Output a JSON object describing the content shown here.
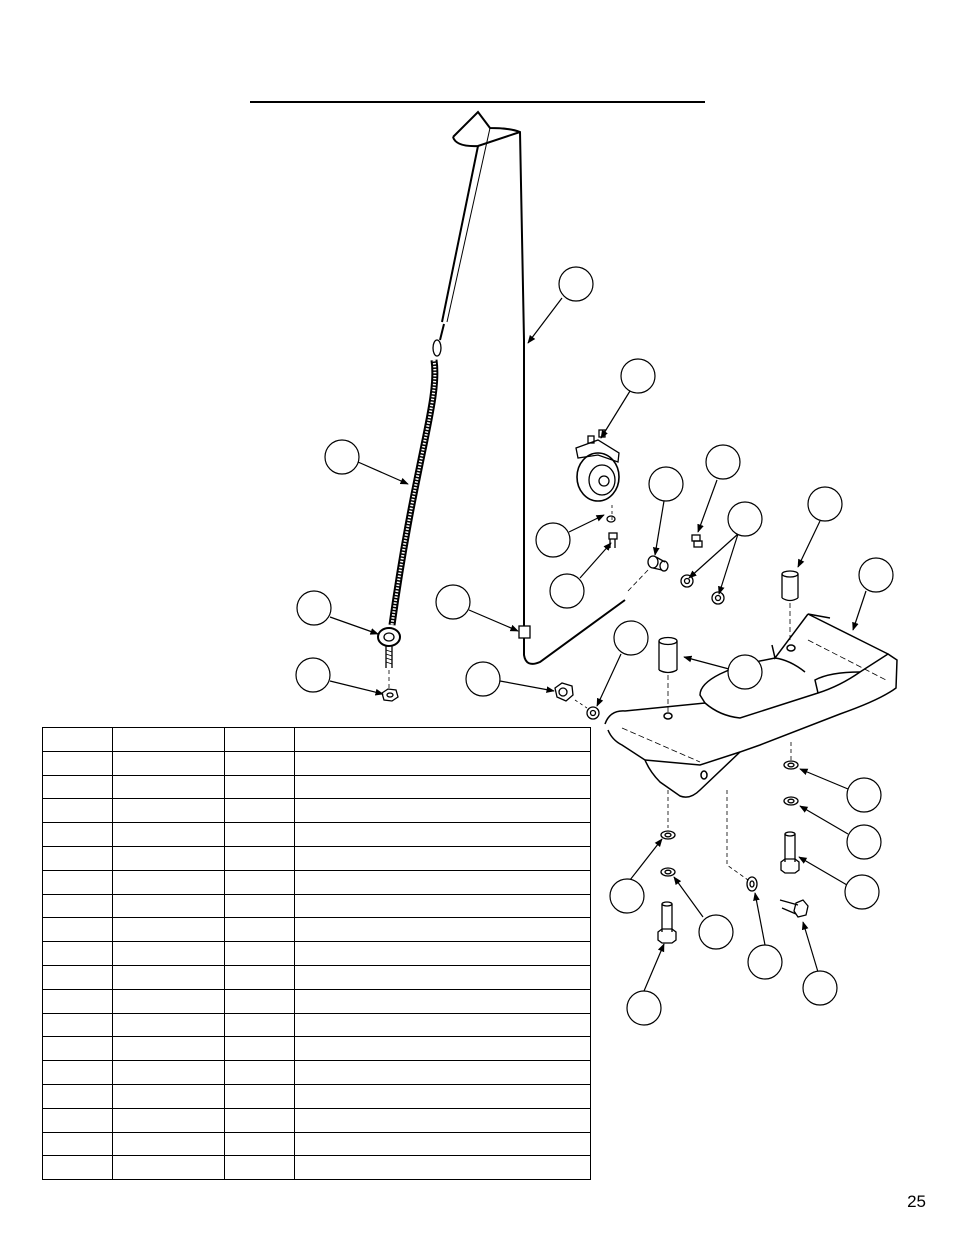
{
  "page": {
    "number": "25"
  },
  "title": "",
  "diagram": {
    "type": "exploded parts view",
    "callouts": [
      "",
      "",
      "",
      "",
      "",
      "",
      "",
      "",
      "",
      "",
      "",
      "",
      "",
      "",
      "",
      "",
      "",
      "",
      "",
      "",
      "",
      ""
    ],
    "parts": [
      "lift-handle-rod",
      "extension-spring",
      "eye-bolt",
      "hex-nut",
      "pulley-assembly",
      "pulley-washer",
      "pulley-screw",
      "clevis-pin",
      "set-screws",
      "washers",
      "rod-end-fitting",
      "lock-nut",
      "flat-washer",
      "mounting-bracket",
      "spacer-bushing-front",
      "spacer-bushing-rear",
      "bracket-washers",
      "bracket-bolts"
    ]
  },
  "parts_table": {
    "columns": [
      "",
      "",
      "",
      ""
    ],
    "rows": [
      [
        "",
        "",
        "",
        ""
      ],
      [
        "",
        "",
        "",
        ""
      ],
      [
        "",
        "",
        "",
        ""
      ],
      [
        "",
        "",
        "",
        ""
      ],
      [
        "",
        "",
        "",
        ""
      ],
      [
        "",
        "",
        "",
        ""
      ],
      [
        "",
        "",
        "",
        ""
      ],
      [
        "",
        "",
        "",
        ""
      ],
      [
        "",
        "",
        "",
        ""
      ],
      [
        "",
        "",
        "",
        ""
      ],
      [
        "",
        "",
        "",
        ""
      ],
      [
        "",
        "",
        "",
        ""
      ],
      [
        "",
        "",
        "",
        ""
      ],
      [
        "",
        "",
        "",
        ""
      ],
      [
        "",
        "",
        "",
        ""
      ],
      [
        "",
        "",
        "",
        ""
      ],
      [
        "",
        "",
        "",
        ""
      ],
      [
        "",
        "",
        "",
        ""
      ]
    ]
  }
}
